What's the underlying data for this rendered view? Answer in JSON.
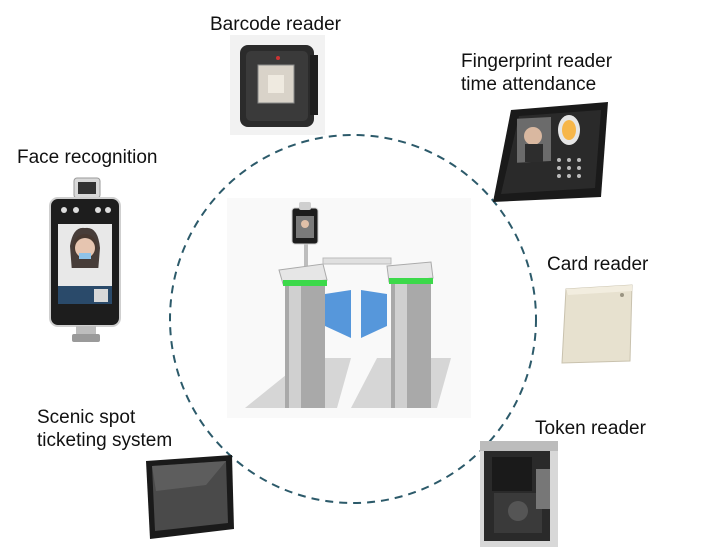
{
  "labels": {
    "barcode": "Barcode reader",
    "fingerprint_line1": "Fingerprint reader",
    "fingerprint_line2": "time attendance",
    "face": "Face recognition",
    "card": "Card reader",
    "scenic_line1": "Scenic spot",
    "scenic_line2": "ticketing system",
    "token": "Token reader"
  },
  "colors": {
    "dashed_circle": "#2c5a6a",
    "turnstile_glow": "#3cd94a",
    "gate_wing": "#3a86d6"
  }
}
